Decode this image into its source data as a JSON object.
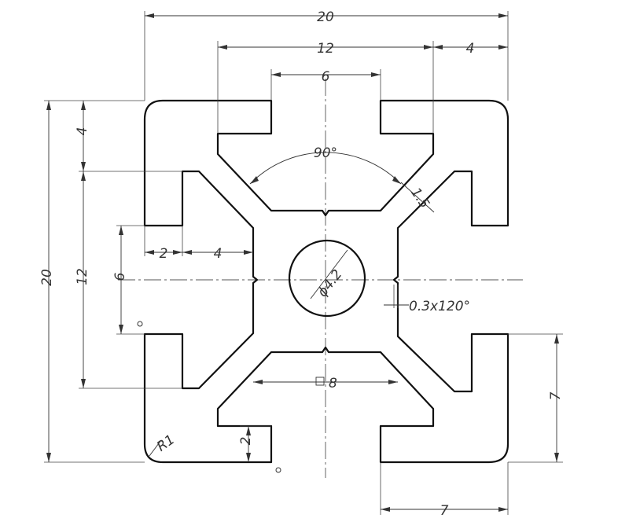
{
  "drawing": {
    "title": "",
    "dimensions": {
      "overall_width": "20",
      "slot_outer": "12",
      "flange_right": "4",
      "slot_opening": "6",
      "angle": "90°",
      "wall": "1.5",
      "overall_height": "20",
      "left_12": "12",
      "left_4": "4",
      "left_6": "6",
      "bottom_2": "2",
      "bottom_4": "4",
      "hole_dia": "ϕ4.2",
      "groove": "0.3x120°",
      "core_square": "8",
      "corner_radius": "R1",
      "flange_2": "2",
      "right_7": "7",
      "bottom_7": "7"
    },
    "markers": {
      "degree_mark": "°"
    }
  }
}
